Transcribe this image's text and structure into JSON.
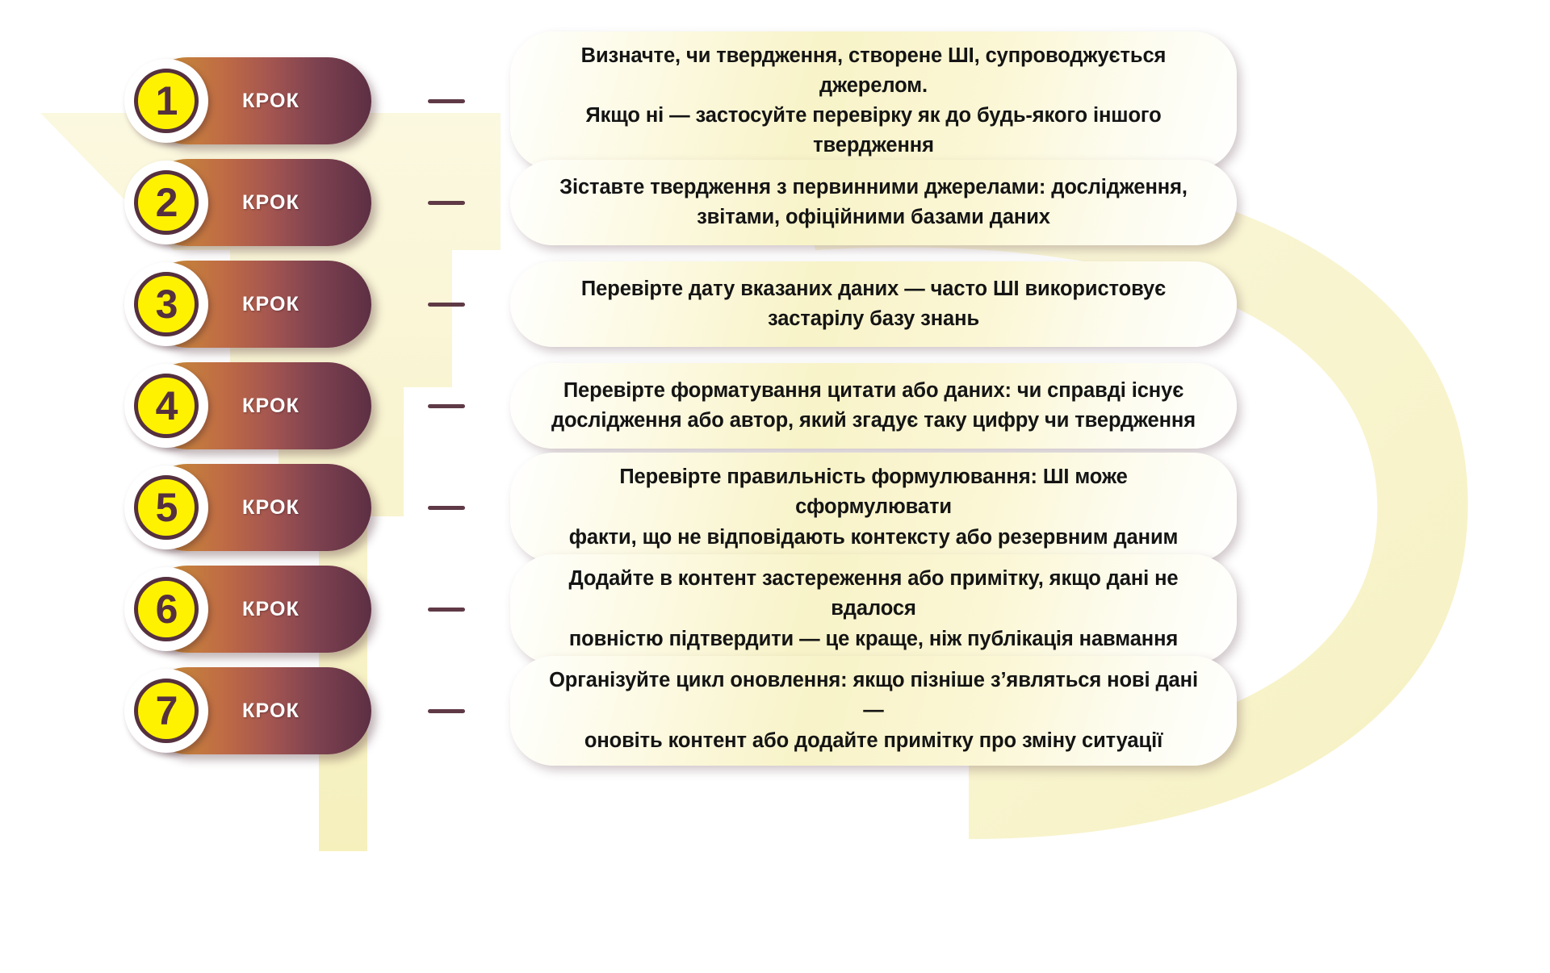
{
  "infographic": {
    "step_word": "КРОК",
    "colors": {
      "badge_gradient_start": "#c08e2a",
      "badge_gradient_end": "#5d2f43",
      "badge_number_circle": "#fff200",
      "badge_number_text": "#55303f",
      "card_background": "#f8f3c8",
      "card_text": "#141414",
      "connector": "#5f3a46",
      "background_arrow": "#f7f2c4",
      "page_background": "#ffffff"
    },
    "steps": [
      {
        "number": "1",
        "label": "КРОК",
        "line1": "Визначте, чи твердження, створене ШІ, супроводжується джерелом.",
        "line2": "Якщо ні — застосуйте перевірку як до будь-якого іншого твердження"
      },
      {
        "number": "2",
        "label": "КРОК",
        "line1": "Зіставте твердження з первинними джерелами: дослідження,",
        "line2": "звітами, офіційними базами даних"
      },
      {
        "number": "3",
        "label": "КРОК",
        "line1": "Перевірте дату вказаних даних — часто ШІ використовує",
        "line2": "застарілу базу знань"
      },
      {
        "number": "4",
        "label": "КРОК",
        "line1": "Перевірте форматування цитати або даних: чи справді існує",
        "line2": "дослідження або автор, який згадує таку цифру чи твердження"
      },
      {
        "number": "5",
        "label": "КРОК",
        "line1": "Перевірте правильність формулювання: ШІ може сформулювати",
        "line2": "факти, що не відповідають контексту або резервним даним"
      },
      {
        "number": "6",
        "label": "КРОК",
        "line1": "Додайте в контент застереження або примітку, якщо дані не вдалося",
        "line2": "повністю підтвердити — це краще, ніж публікація навмання"
      },
      {
        "number": "7",
        "label": "КРОК",
        "line1": "Організуйте цикл оновлення: якщо пізніше з’являться нові дані —",
        "line2": "оновіть контент або додайте примітку про зміну ситуації"
      }
    ]
  }
}
